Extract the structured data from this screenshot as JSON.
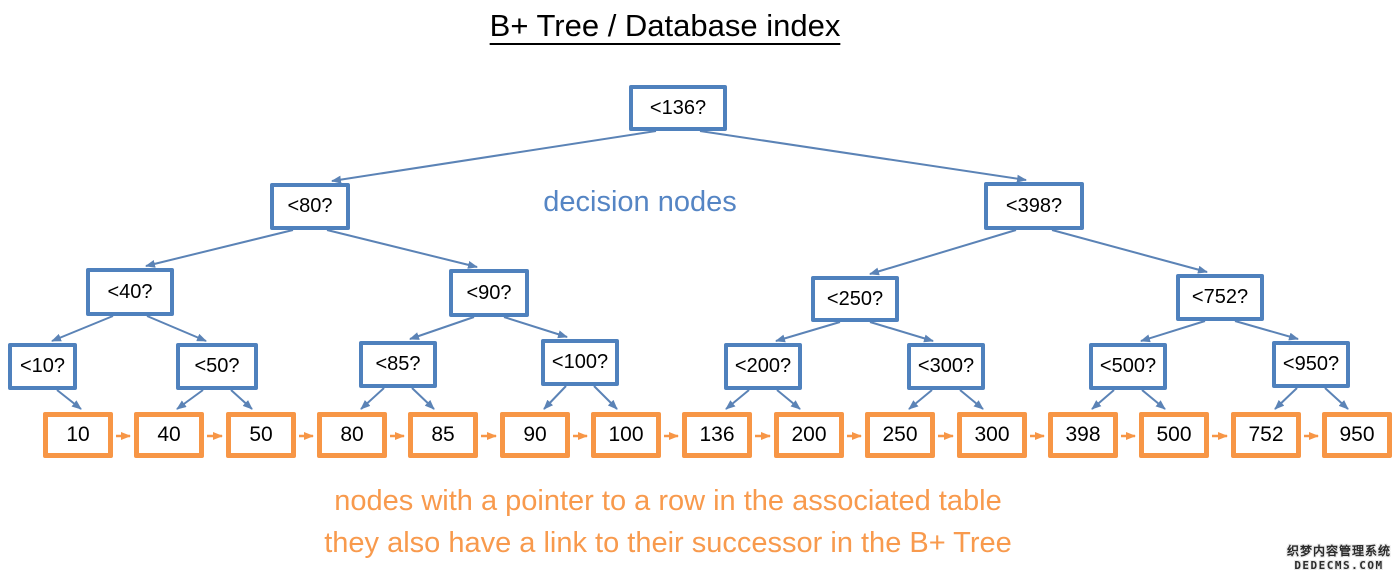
{
  "title": "B+ Tree / Database index",
  "annotations": {
    "decision_nodes_label": "decision nodes",
    "leaf_caption_line1": "nodes with a pointer to a row in the associated table",
    "leaf_caption_line2": "they also have a link to their successor in the B+ Tree"
  },
  "colors": {
    "decision_box_border": "#4F81BD",
    "tree_arrow_blue": "#5B83B6",
    "leaf_box_border": "#F79646",
    "successor_arrow_orange": "#F79646",
    "decision_label_text": "#5585C4",
    "leaf_caption_text": "#F89A4D",
    "title_text": "#000000"
  },
  "tree": {
    "decision_nodes": [
      {
        "label": "<136?"
      },
      {
        "label": "<80?"
      },
      {
        "label": "<398?"
      },
      {
        "label": "<40?"
      },
      {
        "label": "<90?"
      },
      {
        "label": "<250?"
      },
      {
        "label": "<752?"
      },
      {
        "label": "<10?"
      },
      {
        "label": "<50?"
      },
      {
        "label": "<85?"
      },
      {
        "label": "<100?"
      },
      {
        "label": "<200?"
      },
      {
        "label": "<300?"
      },
      {
        "label": "<500?"
      },
      {
        "label": "<950?"
      }
    ],
    "leaf_nodes": [
      {
        "value": "10"
      },
      {
        "value": "40"
      },
      {
        "value": "50"
      },
      {
        "value": "80"
      },
      {
        "value": "85"
      },
      {
        "value": "90"
      },
      {
        "value": "100"
      },
      {
        "value": "136"
      },
      {
        "value": "200"
      },
      {
        "value": "250"
      },
      {
        "value": "300"
      },
      {
        "value": "398"
      },
      {
        "value": "500"
      },
      {
        "value": "752"
      },
      {
        "value": "950"
      }
    ]
  },
  "watermark": {
    "line1": "织梦内容管理系统",
    "line2": "DEDECMS.COM"
  }
}
